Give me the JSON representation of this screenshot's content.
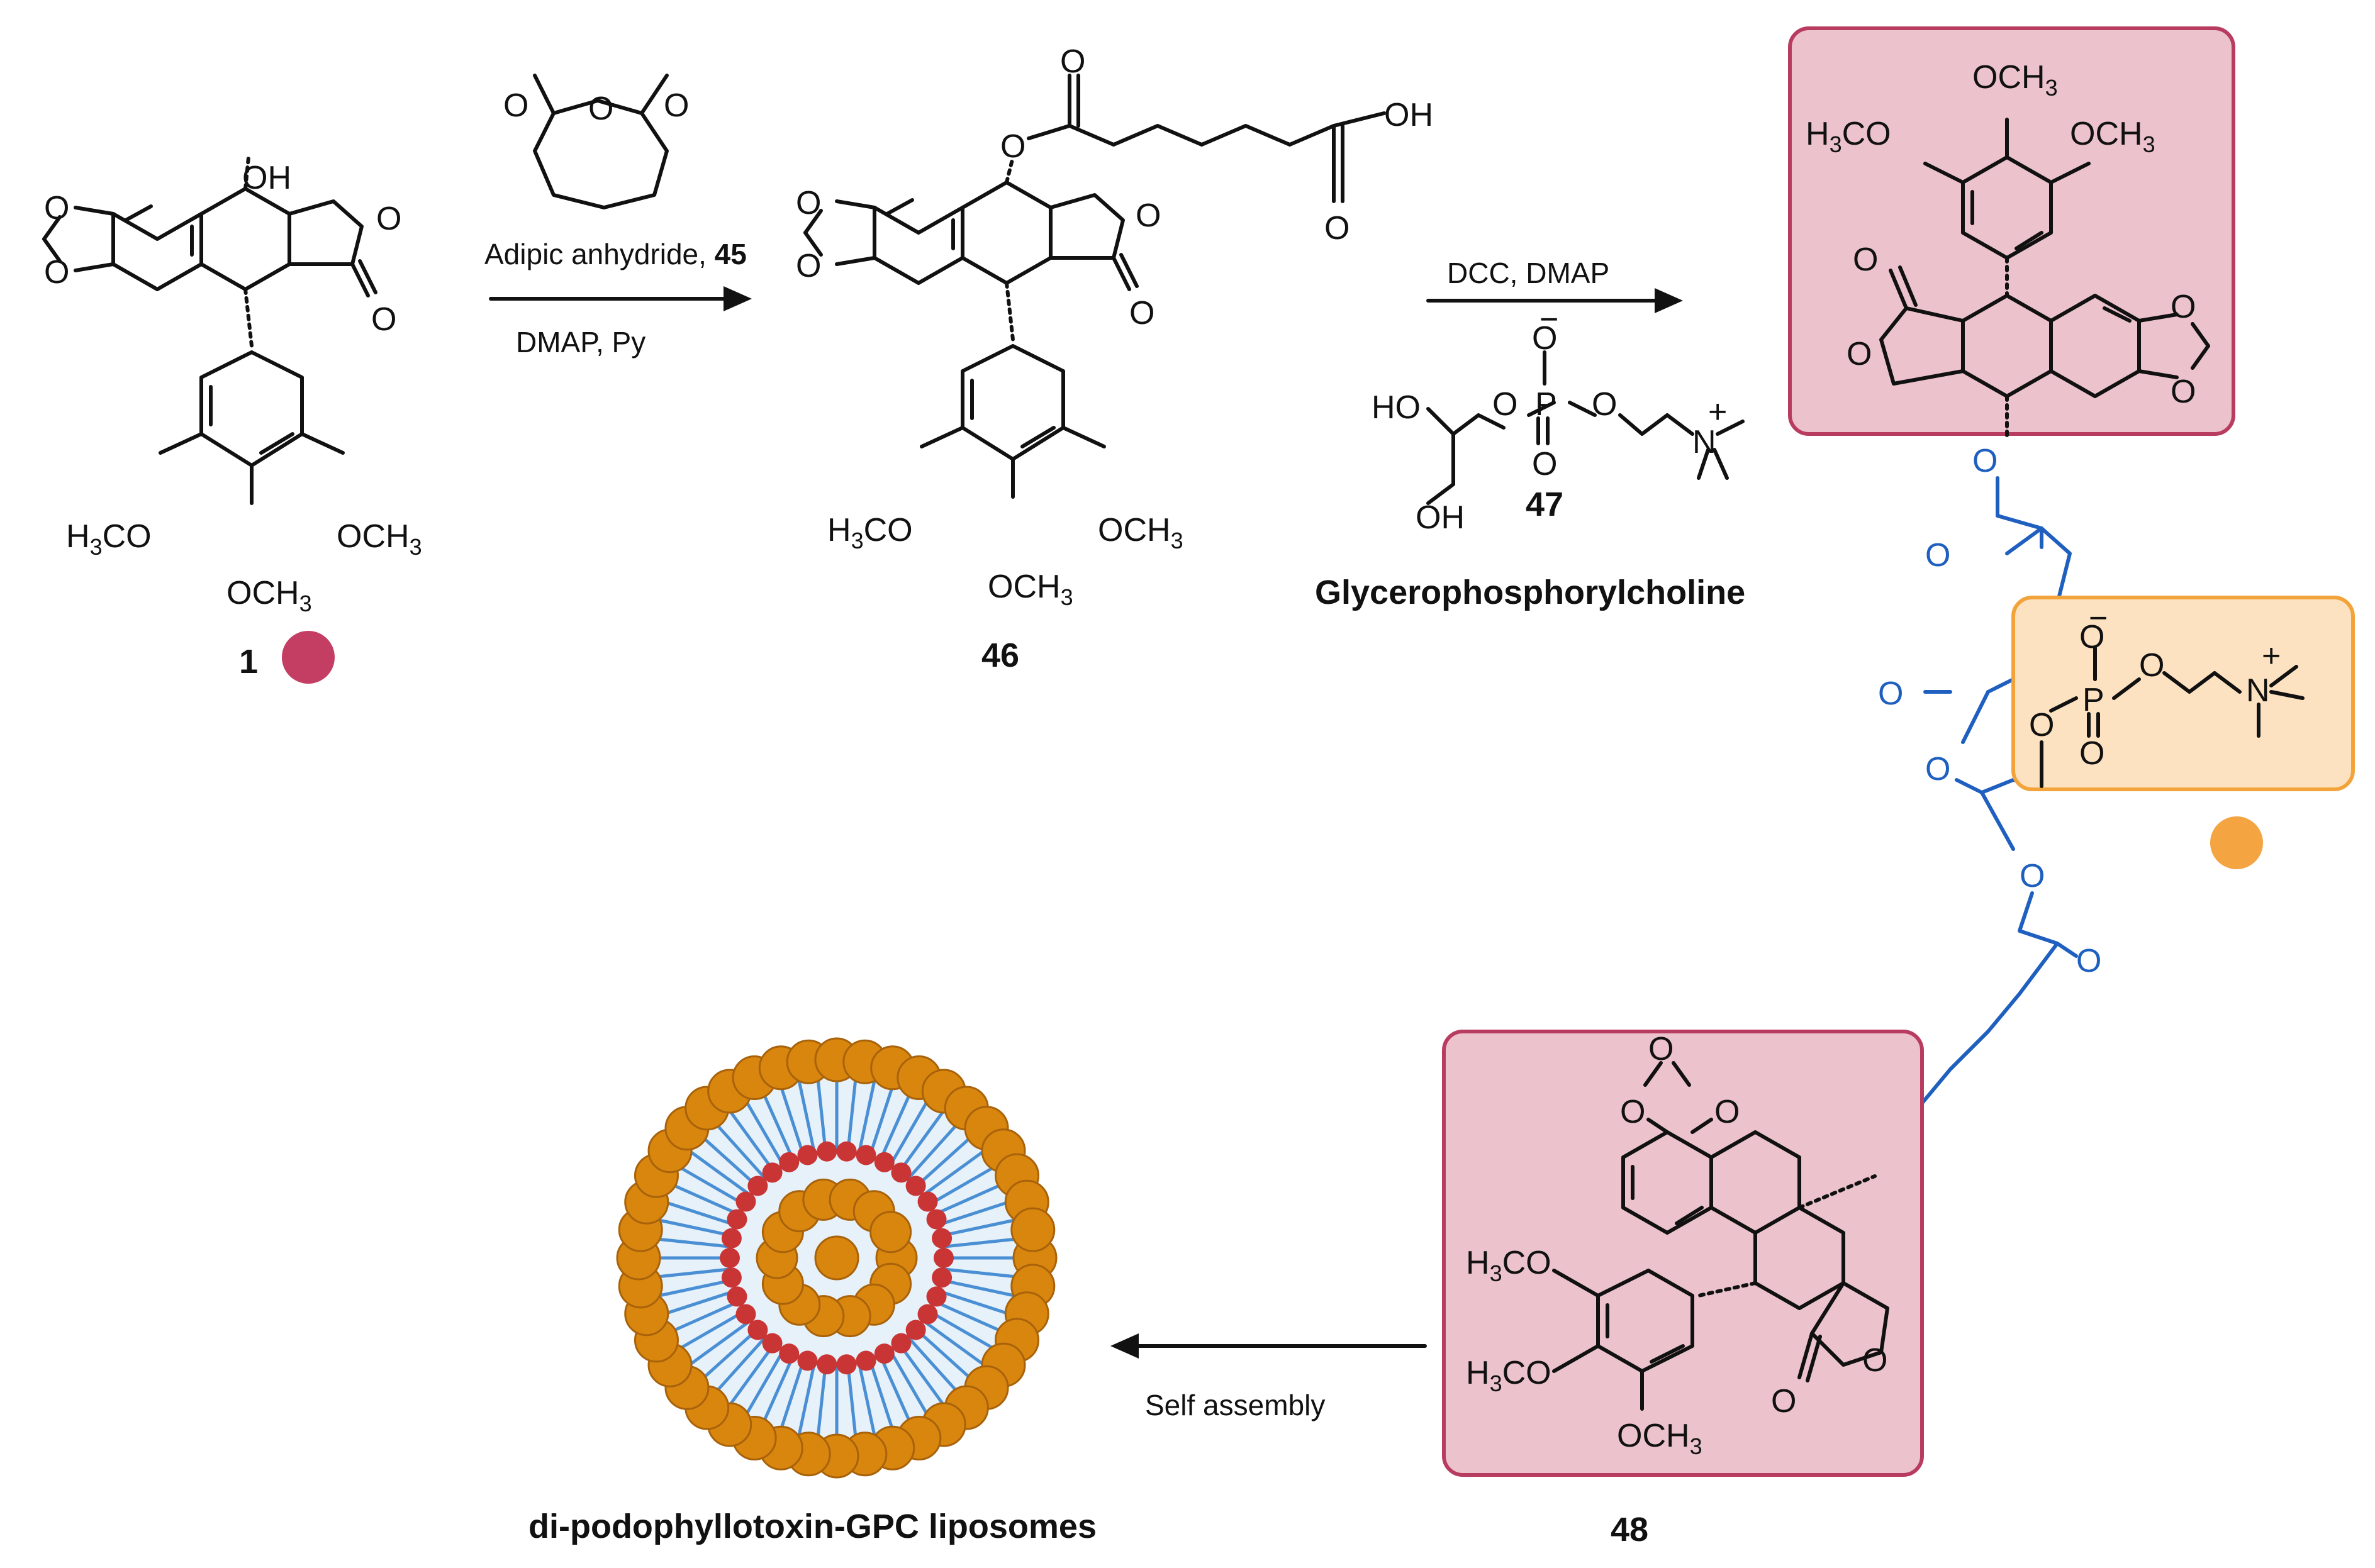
{
  "compounds": {
    "c1": {
      "number": "1",
      "oh": "OH",
      "ome_left": "H3CO",
      "ome_right": "OCH3",
      "ome_bottom": "OCH3"
    },
    "c46": {
      "number": "46",
      "oh": "OH",
      "ome_left": "H3CO",
      "ome_right": "OCH3",
      "ome_bottom": "OCH3"
    },
    "c47": {
      "number": "47",
      "name": "Glycerophosphorylcholine",
      "ho": "HO",
      "oh": "OH"
    },
    "c48": {
      "number": "48",
      "ome_top": "OCH3",
      "ome_left_top": "H3CO",
      "ome_right_top": "OCH3",
      "ome_left_a": "H3CO",
      "ome_left_b": "H3CO",
      "ome_bottom": "OCH3"
    }
  },
  "reagents": {
    "step1_top": "Adipic anhydride, ",
    "step1_top_bold": "45",
    "step1_bottom": "DMAP,  Py",
    "step2_top": "DCC, DMAP",
    "step3": "Self assembly"
  },
  "product_label": "di-podophyllotoxin-GPC liposomes",
  "colors": {
    "podophyllotoxin_box": "#ecc3cd",
    "podophyllotoxin_border": "#b83c60",
    "gpc_box": "#fde2c2",
    "gpc_border": "#f2a33a",
    "linker_blue": "#1f5fbf",
    "marker_magenta": "#c43d63",
    "marker_orange": "#f5a442",
    "bead_orange": "#d9860f",
    "bead_red": "#c93434",
    "tail_blue": "#4a8fd4"
  }
}
